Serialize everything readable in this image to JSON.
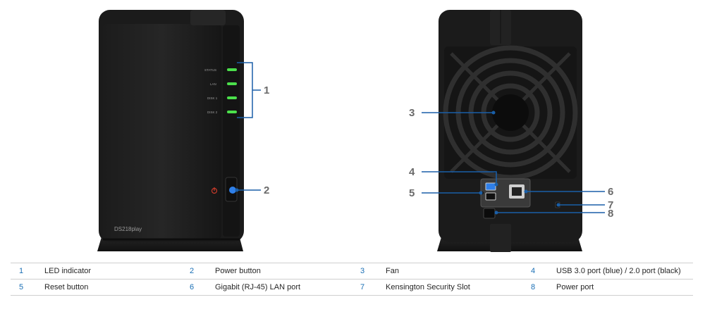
{
  "front": {
    "led_labels": [
      "STATUS",
      "LAN",
      "DISK 1",
      "DISK 2"
    ],
    "model_name": "DS218play"
  },
  "callouts": [
    "1",
    "2",
    "3",
    "4",
    "5",
    "6",
    "7",
    "8"
  ],
  "legend": [
    [
      {
        "num": "1",
        "text": "LED indicator"
      },
      {
        "num": "2",
        "text": "Power button"
      },
      {
        "num": "3",
        "text": "Fan"
      },
      {
        "num": "4",
        "text": "USB 3.0 port (blue) / 2.0 port (black)"
      }
    ],
    [
      {
        "num": "5",
        "text": "Reset button"
      },
      {
        "num": "6",
        "text": "Gigabit (RJ-45) LAN port"
      },
      {
        "num": "7",
        "text": "Kensington Security Slot"
      },
      {
        "num": "8",
        "text": "Power port"
      }
    ]
  ],
  "colors": {
    "led_green": "#4be04b",
    "power_blue": "#2f7fe8",
    "power_icon_red": "#c83a2a",
    "callout_line": "#1a5fa8"
  }
}
